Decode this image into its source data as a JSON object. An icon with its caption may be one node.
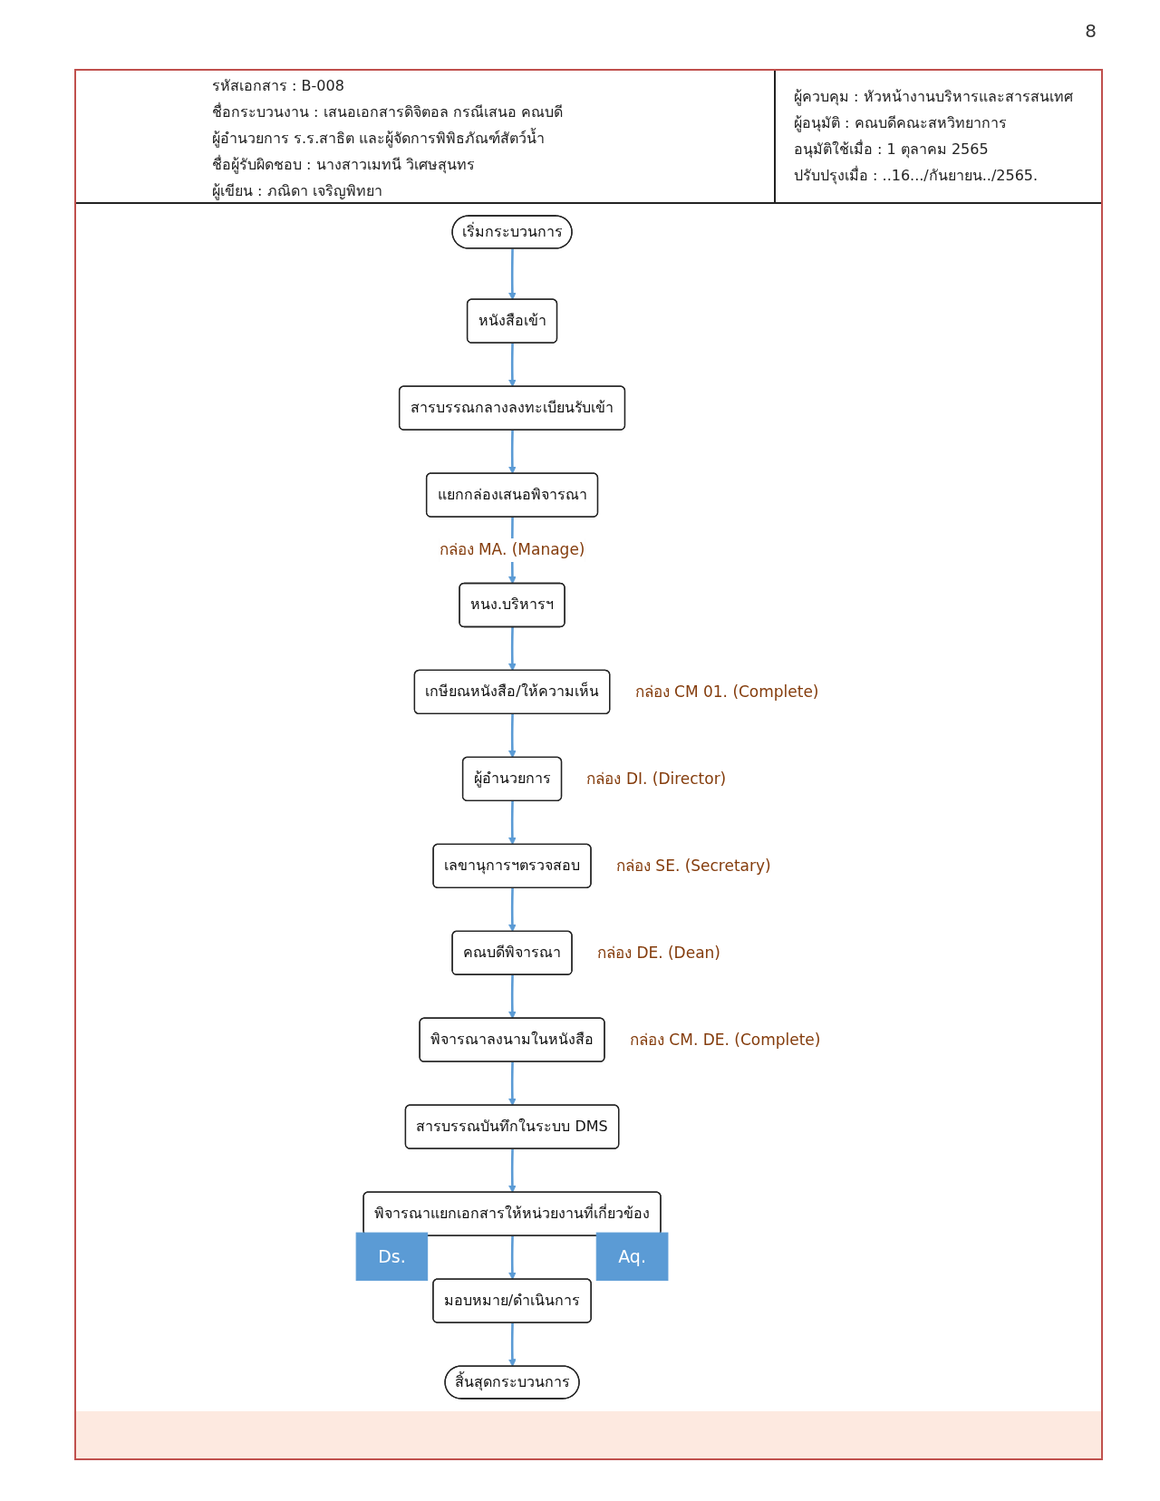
{
  "diagram": {
    "nodes": [
      {
        "text": [
          "เริ่มกระบวนการ"
        ]
      },
      {
        "text": [
          "หนังสือเข้า"
        ]
      },
      {
        "text": [
          "สารบรรณกลางลงทะเบียนรับเข้า"
        ]
      },
      {
        "text": [
          "แยกกล่องเสนอพิจารณา"
        ]
      },
      {
        "text": [
          "หนง.บริหารฯ"
        ]
      },
      {
        "text": [
          "เกษียณหนังสือ/ให้ความเห็น"
        ],
        "beside": [
          "กล่อง CM 01. (Complete)"
        ]
      },
      {
        "text": [
          "ผู้อำนวยการ"
        ],
        "beside": [
          "กล่อง DI. (Director)"
        ]
      },
      {
        "text": [
          "เลขานุการฯตรวจสอบ"
        ],
        "beside": [
          "กล่อง SE. (Secretary)"
        ]
      },
      {
        "text": [
          "คณบดีพิจารณา"
        ],
        "beside": [
          "กล่อง DE. (Dean)"
        ]
      },
      {
        "text": [
          "พิจารณาลงนามในหนังสือ"
        ],
        "beside": [
          "กล่อง CM. DE. (Complete)"
        ]
      },
      {
        "text": [
          "สารบรรณบันทึกในระบบ DMS"
        ]
      },
      {
        "text": [
          "พิจารณาแยกเอกสารให้หน่วยงานที่เกี่ยวข้อง"
        ]
      },
      {
        "text": [
          "Ds."
        ]
      },
      {
        "text": [
          "Aq."
        ]
      },
      {
        "text": [
          "มอบหมาย/ดำเนินการ"
        ]
      },
      {
        "text": [
          "สิ้นสุดกระบวนการ"
        ]
      }
    ],
    "edges": [
      {
        "from": 0,
        "to": 1,
        "arrow": "to"
      },
      {
        "from": 1,
        "to": 2,
        "arrow": "to"
      },
      {
        "from": 2,
        "to": 3,
        "arrow": "to"
      },
      {
        "from": 3,
        "to": 4,
        "arrow": "to",
        "label": "กล่อง MA. (Manage)"
      },
      {
        "from": 4,
        "to": 5,
        "arrow": "to"
      },
      {
        "from": 5,
        "to": 6,
        "arrow": "to"
      },
      {
        "from": 6,
        "to": 7,
        "arrow": "to"
      },
      {
        "from": 7,
        "to": 8,
        "arrow": "to"
      },
      {
        "from": 8,
        "to": 9,
        "arrow": "to"
      },
      {
        "from": 9,
        "to": 10,
        "arrow": "to"
      },
      {
        "from": 10,
        "to": 11,
        "arrow": "to"
      },
      {
        "from": 11,
        "to": 14,
        "arrow": "to"
      },
      {
        "from": 14,
        "to": 15,
        "arrow": "to"
      }
    ],
    "labels": [
      "8",
      "รหัสเอกสาร : B-008",
      "ชื่อกระบวนงาน : เสนอเอกสารดิจิตอล กรณีเสนอ คณบดี",
      "ผู้อำนวยการ ร.ร.สาธิต และผู้จัดการพิพิธภัณฑ์สัตว์น้ำ",
      "ชื่อผู้รับผิดชอบ : นางสาวเมทนี วิเศษสุนทร",
      "ผู้เขียน : ภณิดา เจริญพิทยา",
      "ผู้ควบคุม : หัวหน้างานบริหารและสารสนเทศ",
      "ผู้อนุมัติ : คณบดีคณะสหวิทยาการ",
      "อนุมัติใช้เมื่อ : 1 ตุลาคม 2565",
      "ปรับปรุงเมื่อ : ..16.../กันยายน../2565."
    ]
  }
}
